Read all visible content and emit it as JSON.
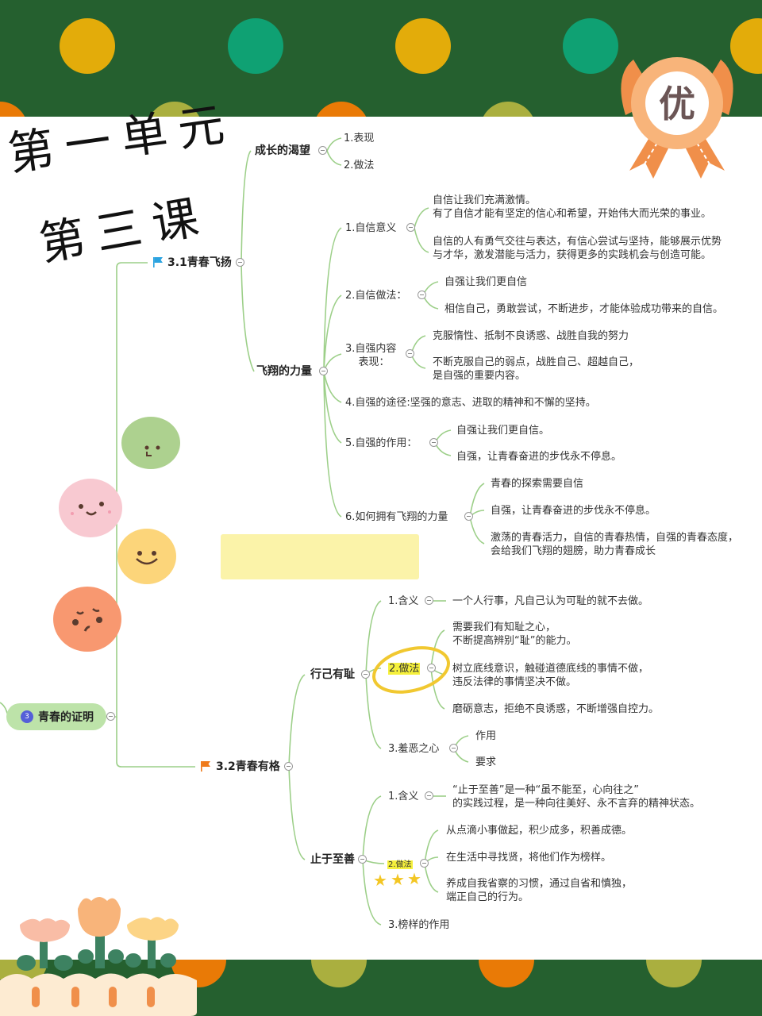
{
  "decor": {
    "band_color": "#25602f",
    "dot_colors": {
      "yellow": "#e3ac0a",
      "teal": "#0fa173",
      "orange": "#e97a06",
      "olive": "#aaaf3f"
    },
    "badge_text": "优",
    "badge_color": "#f08f4a",
    "marker_color": "#fbf2a4",
    "faces": [
      "green-neutral",
      "pink-happy",
      "yellow-smile",
      "orange-angry"
    ]
  },
  "title": {
    "line1": "第一单元",
    "line2": "第三课"
  },
  "mindmap": {
    "root": {
      "number": "3",
      "label": "青春的证明"
    },
    "branch1": {
      "label": "3.1青春飞扬",
      "flag_color": "#2ba3e0",
      "topic_a": {
        "label": "成长的渴望",
        "children": [
          "1.表现",
          "2.做法"
        ]
      },
      "topic_b": {
        "label": "飞翔的力量",
        "items": [
          {
            "label": "1.自信意义",
            "children": [
              "自信让我们充满激情。\n有了自信才能有坚定的信心和希望，开始伟大而光荣的事业。",
              "自信的人有勇气交往与表达，有信心尝试与坚持，能够展示优势\n与才华，激发潜能与活力，获得更多的实践机会与创造可能。"
            ]
          },
          {
            "label": "2.自信做法：",
            "children": [
              "自强让我们更自信",
              "相信自己，勇敢尝试，不断进步，才能体验成功带来的自信。"
            ]
          },
          {
            "label": "3.自强内容\n    表现：",
            "children": [
              "克服惰性、抵制不良诱惑、战胜自我的努力",
              "不断克服自己的弱点，战胜自己、超越自己，\n是自强的重要内容。"
            ]
          },
          {
            "label": "4.自强的途径:坚强的意志、进取的精神和不懈的坚持。",
            "children": []
          },
          {
            "label": "5.自强的作用：",
            "children": [
              "自强让我们更自信。",
              "自强，让青春奋进的步伐永不停息。"
            ]
          },
          {
            "label": "6.如何拥有飞翔的力量",
            "children": [
              "青春的探索需要自信",
              "自强，让青春奋进的步伐永不停息。",
              "激荡的青春活力，自信的青春热情，自强的青春态度，\n会给我们飞翔的翅膀，助力青春成长"
            ]
          }
        ]
      }
    },
    "branch2": {
      "label": "3.2青春有格",
      "flag_color": "#ef7a1a",
      "topic_a": {
        "label": "行己有耻",
        "items": [
          {
            "label": "1.含义",
            "children": [
              "一个人行事，凡自己认为可耻的就不去做。"
            ]
          },
          {
            "label": "2.做法",
            "highlighted": true,
            "children": [
              "需要我们有知耻之心，\n不断提高辨别“耻”的能力。",
              "树立底线意识，触碰道德底线的事情不做，\n违反法律的事情坚决不做。",
              "磨砺意志，拒绝不良诱惑，不断增强自控力。"
            ]
          },
          {
            "label": "3.羞恶之心",
            "children": [
              "作用",
              "要求"
            ]
          }
        ]
      },
      "topic_b": {
        "label": "止于至善",
        "items": [
          {
            "label": "1.含义",
            "children": [
              "“止于至善”是一种“虽不能至，心向往之”\n的实践过程，是一种向往美好、永不言弃的精神状态。"
            ]
          },
          {
            "label": "2.做法",
            "highlighted": true,
            "stars": 3,
            "children": [
              "从点滴小事做起，积少成多，积善成德。",
              "在生活中寻找贤，将他们作为榜样。",
              "养成自我省察的习惯，通过自省和慎独，\n端正自己的行为。"
            ]
          },
          {
            "label": "3.榜样的作用",
            "children": []
          }
        ]
      }
    }
  }
}
